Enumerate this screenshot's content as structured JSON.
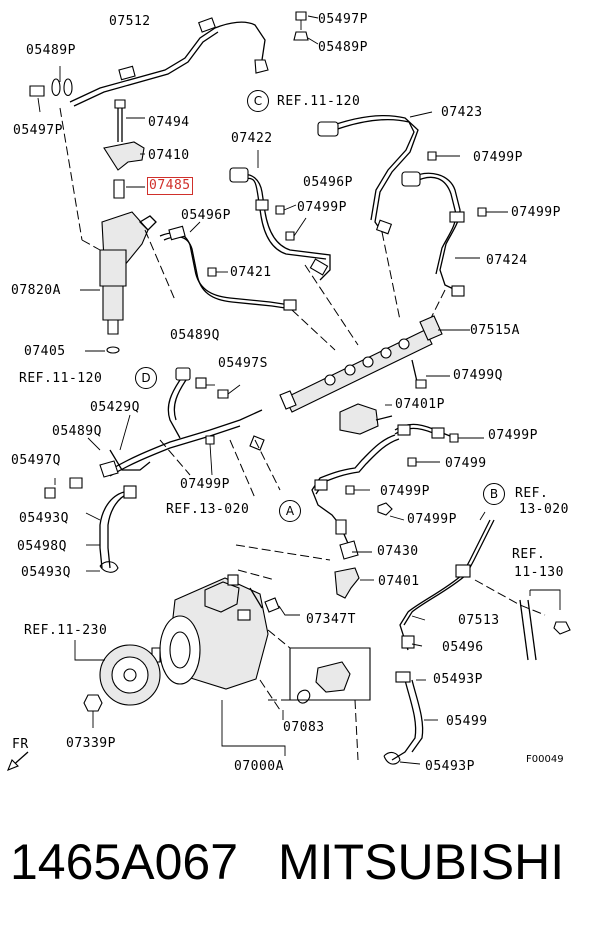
{
  "labels": {
    "p07512": "07512",
    "p05497P_top": "05497P",
    "p05489P_left": "05489P",
    "p05489P_top": "05489P",
    "p05497P_left": "05497P",
    "ref_11_120_top": "REF.11-120",
    "p07494": "07494",
    "p07423": "07423",
    "p07410": "07410",
    "p07422": "07422",
    "p07499P_a": "07499P",
    "p07485": "07485",
    "p05496P_a": "05496P",
    "p07499P_b": "07499P",
    "p07499P_c": "07499P",
    "p05496P_b": "05496P",
    "p07424": "07424",
    "p07421": "07421",
    "p07820A": "07820A",
    "p07515A": "07515A",
    "p05489Q": "05489Q",
    "p07405": "07405",
    "p05497S": "05497S",
    "p07499Q": "07499Q",
    "ref_11_120_left": "REF.11-120",
    "p05429Q": "05429Q",
    "p07401P": "07401P",
    "p05489Q_b": "05489Q",
    "p07499P_d": "07499P",
    "p05497Q": "05497Q",
    "p07499": "07499",
    "p07499P_e": "07499P",
    "p07499P_f": "07499P",
    "ref_13_020_left": "REF.13-020",
    "ref_13_020_right_a": "REF.",
    "ref_13_020_right_b": "13-020",
    "p05493Q_a": "05493Q",
    "p07499P_g": "07499P",
    "p05498Q": "05498Q",
    "p07430": "07430",
    "ref_11_130_a": "REF.",
    "ref_11_130_b": "11-130",
    "p05493Q_b": "05493Q",
    "p07401": "07401",
    "ref_11_230": "REF.11-230",
    "p07347T": "07347T",
    "p07513": "07513",
    "p05496": "05496",
    "p05493P_a": "05493P",
    "p05499": "05499",
    "p07339P": "07339P",
    "p07083": "07083",
    "p07000A": "07000A",
    "p05493P_b": "05493P",
    "fr": "FR",
    "f_code": "F00049"
  },
  "markers": {
    "A": "A",
    "B": "B",
    "C": "C",
    "D": "D"
  },
  "highlight_color": "#d0302b",
  "caption": {
    "part_number": "1465A067",
    "brand": "MITSUBISHI"
  }
}
